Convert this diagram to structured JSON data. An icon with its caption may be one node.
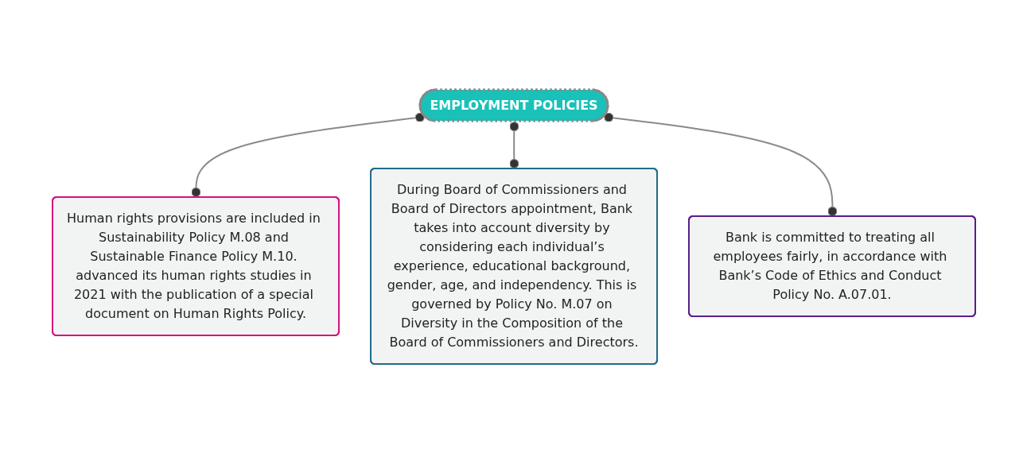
{
  "diagram": {
    "nodes": [
      {
        "text": [
          "EMPLOYMENT POLICIES"
        ]
      },
      {
        "text": [
          "Human rights provisions are included in Sustainability Policy M.08 and Sustainable Finance Policy M.10. advanced its human rights studies in 2021 with the publication of a special document on Human Rights Policy."
        ]
      },
      {
        "text": [
          "During Board of Commissioners and Board of Directors appointment, Bank takes into account diversity by considering each individual’s experience, educational background, gender, age, and independency. This is governed by Policy No. M.07 on Diversity in the Composition of the Board of Commissioners and Directors."
        ]
      },
      {
        "text": [
          "Bank is committed to treating all employees fairly, in accordance with Bank’s Code of Ethics and Conduct Policy No. A.07.01."
        ]
      }
    ],
    "edges": [
      {
        "from": 0,
        "to": 1,
        "arrow": "other"
      },
      {
        "from": 0,
        "to": 2,
        "arrow": "other"
      },
      {
        "from": 0,
        "to": 3,
        "arrow": "other"
      }
    ]
  }
}
